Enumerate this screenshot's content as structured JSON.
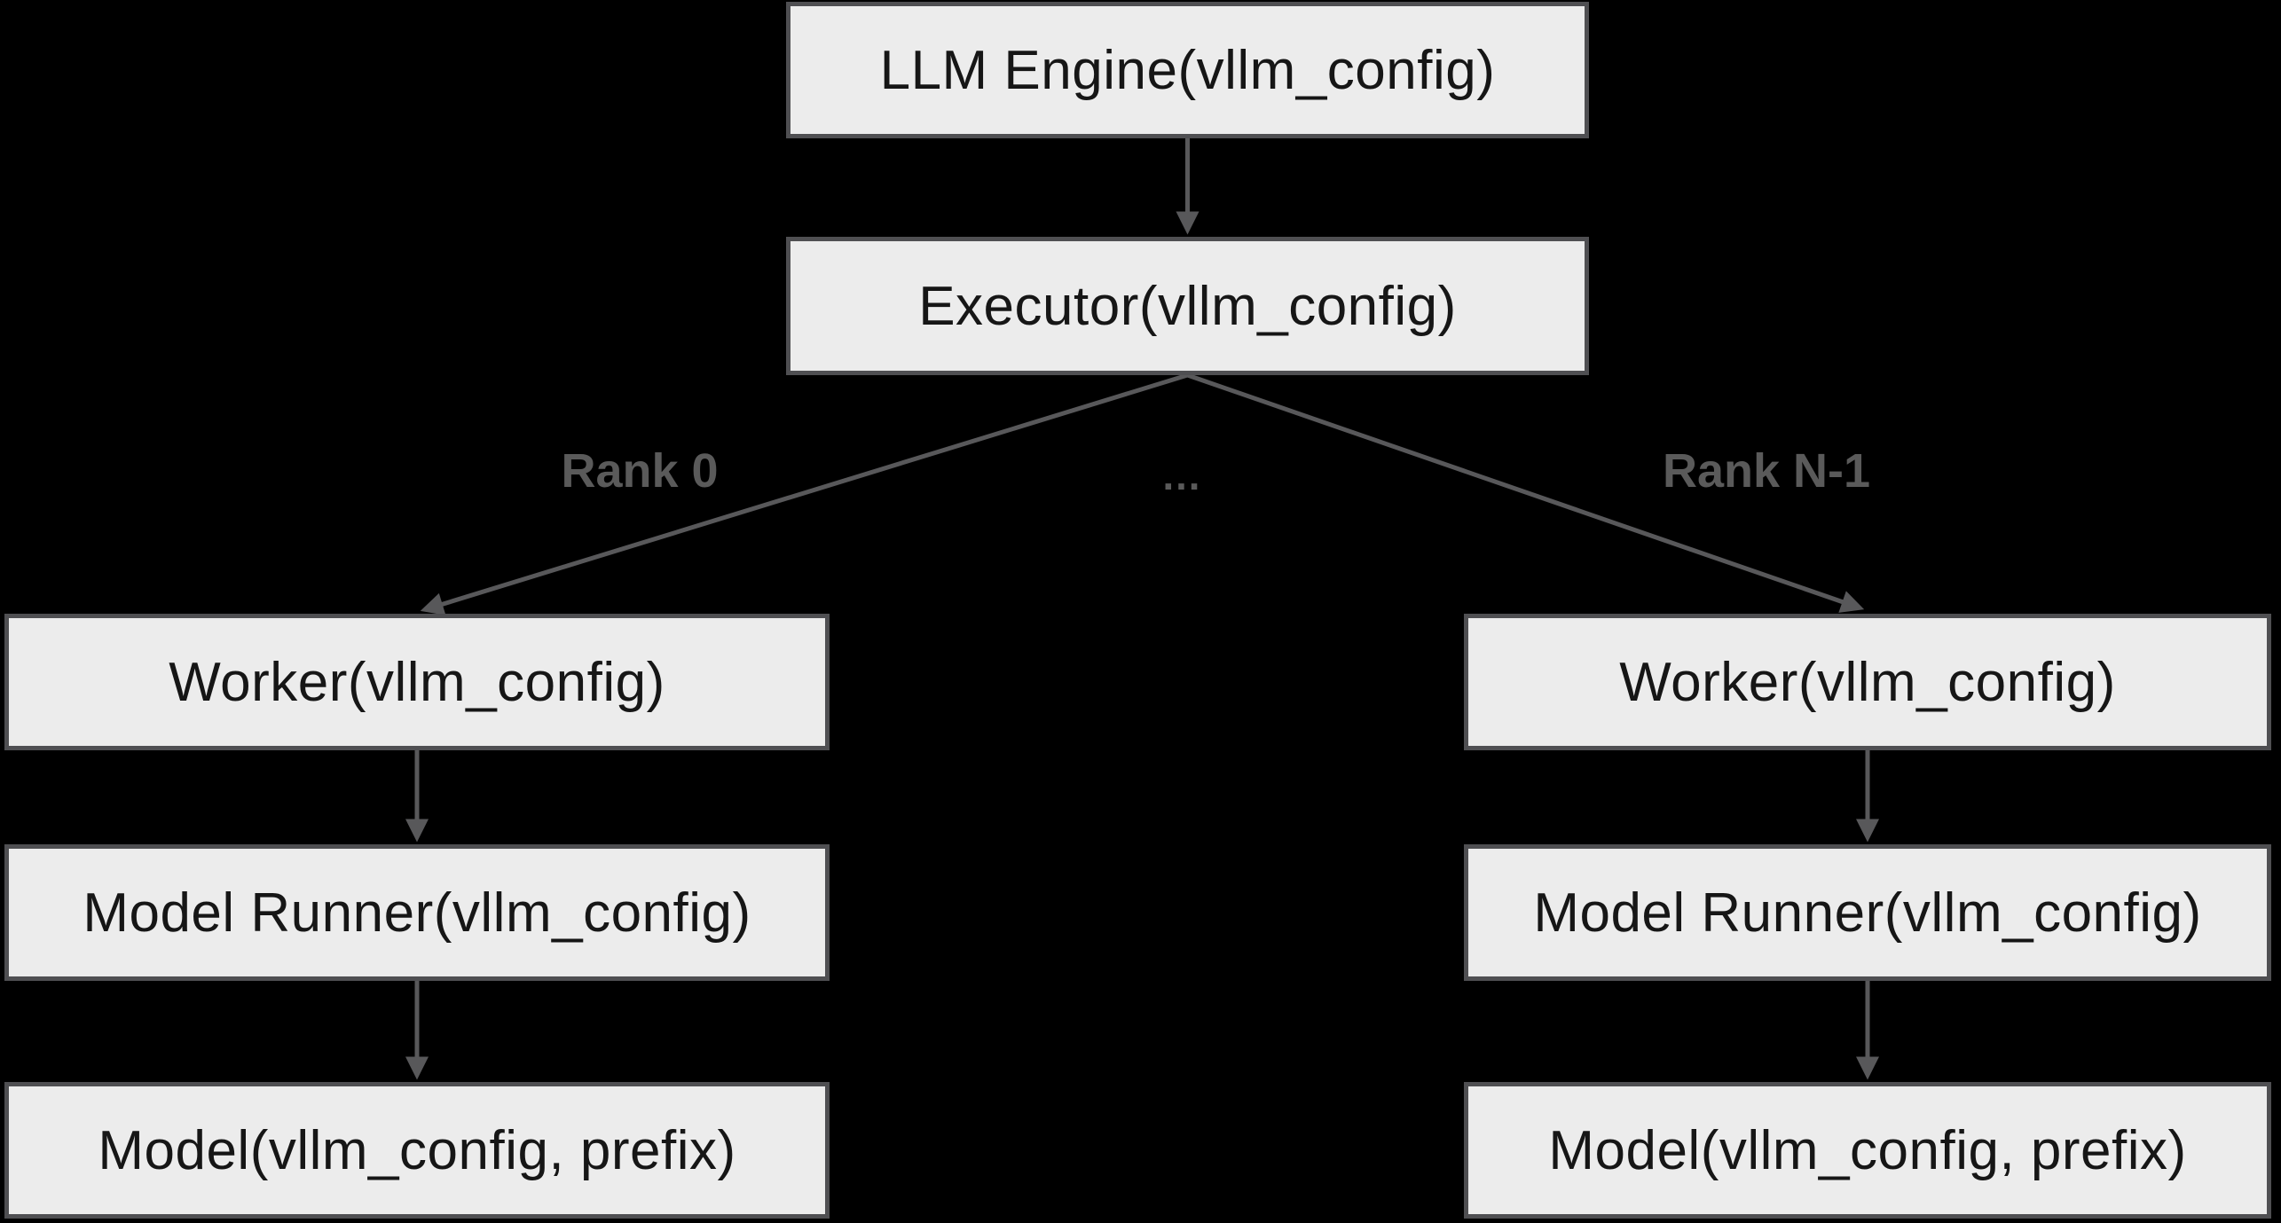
{
  "colors": {
    "background": "#000000",
    "node_fill": "#ececec",
    "node_border": "#4f4f52",
    "connector": "#58585a",
    "edge_label_text": "#5a5a5a",
    "node_text": "#161616"
  },
  "nodes": [
    {
      "id": "llm-engine",
      "label": "LLM Engine(vllm_config)"
    },
    {
      "id": "executor",
      "label": "Executor(vllm_config)"
    },
    {
      "id": "worker-rank-0",
      "label": "Worker(vllm_config)"
    },
    {
      "id": "model-runner-rank-0",
      "label": "Model Runner(vllm_config)"
    },
    {
      "id": "model-rank-0",
      "label": "Model(vllm_config, prefix)"
    },
    {
      "id": "worker-rank-n",
      "label": "Worker(vllm_config)"
    },
    {
      "id": "model-runner-rank-n",
      "label": "Model Runner(vllm_config)"
    },
    {
      "id": "model-rank-n",
      "label": "Model(vllm_config, prefix)"
    }
  ],
  "edge_labels": {
    "rank_0": "Rank 0",
    "ellipsis": "…",
    "rank_n": "Rank N-1"
  }
}
